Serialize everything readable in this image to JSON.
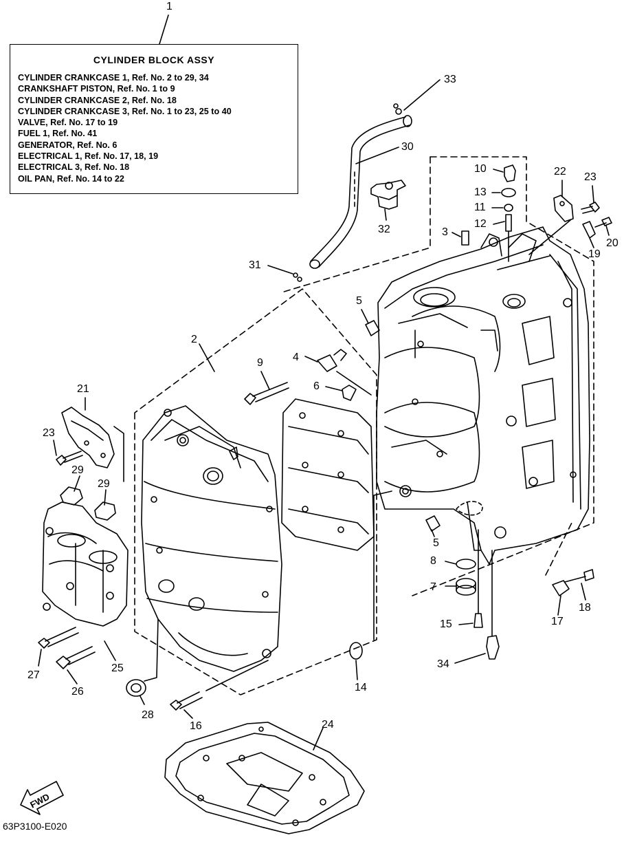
{
  "legend": {
    "title": "CYLINDER BLOCK ASSY",
    "lines": [
      "CYLINDER CRANKCASE 1, Ref. No. 2 to 29, 34",
      "CRANKSHAFT PISTON,  Ref. No. 1 to 9",
      "CYLINDER CRANKCASE 2, Ref. No. 18",
      "CYLINDER CRANKCASE 3, Ref. No. 1 to 23, 25 to 40",
      "VALVE,  Ref. No. 17 to 19",
      "FUEL 1,  Ref. No. 41",
      "GENERATOR,   Ref. No. 6",
      "ELECTRICAL 1, Ref. No. 17, 18, 19",
      "ELECTRICAL 3, Ref. No. 18",
      "OIL PAN,  Ref. No. 14 to 22"
    ]
  },
  "callouts": {
    "c1": "1",
    "c2": "2",
    "c3": "3",
    "c4": "4",
    "c5a": "5",
    "c5b": "5",
    "c6": "6",
    "c7": "7",
    "c8": "8",
    "c9": "9",
    "c10": "10",
    "c11": "11",
    "c12": "12",
    "c13": "13",
    "c14": "14",
    "c15": "15",
    "c16": "16",
    "c17": "17",
    "c18": "18",
    "c19": "19",
    "c20": "20",
    "c21": "21",
    "c22": "22",
    "c23a": "23",
    "c23b": "23",
    "c24": "24",
    "c25": "25",
    "c26": "26",
    "c27": "27",
    "c28": "28",
    "c29a": "29",
    "c29b": "29",
    "c30": "30",
    "c31": "31",
    "c32": "32",
    "c33": "33",
    "c34": "34"
  },
  "fwd_label": "FWD",
  "drawing_code": "63P3100-E020"
}
